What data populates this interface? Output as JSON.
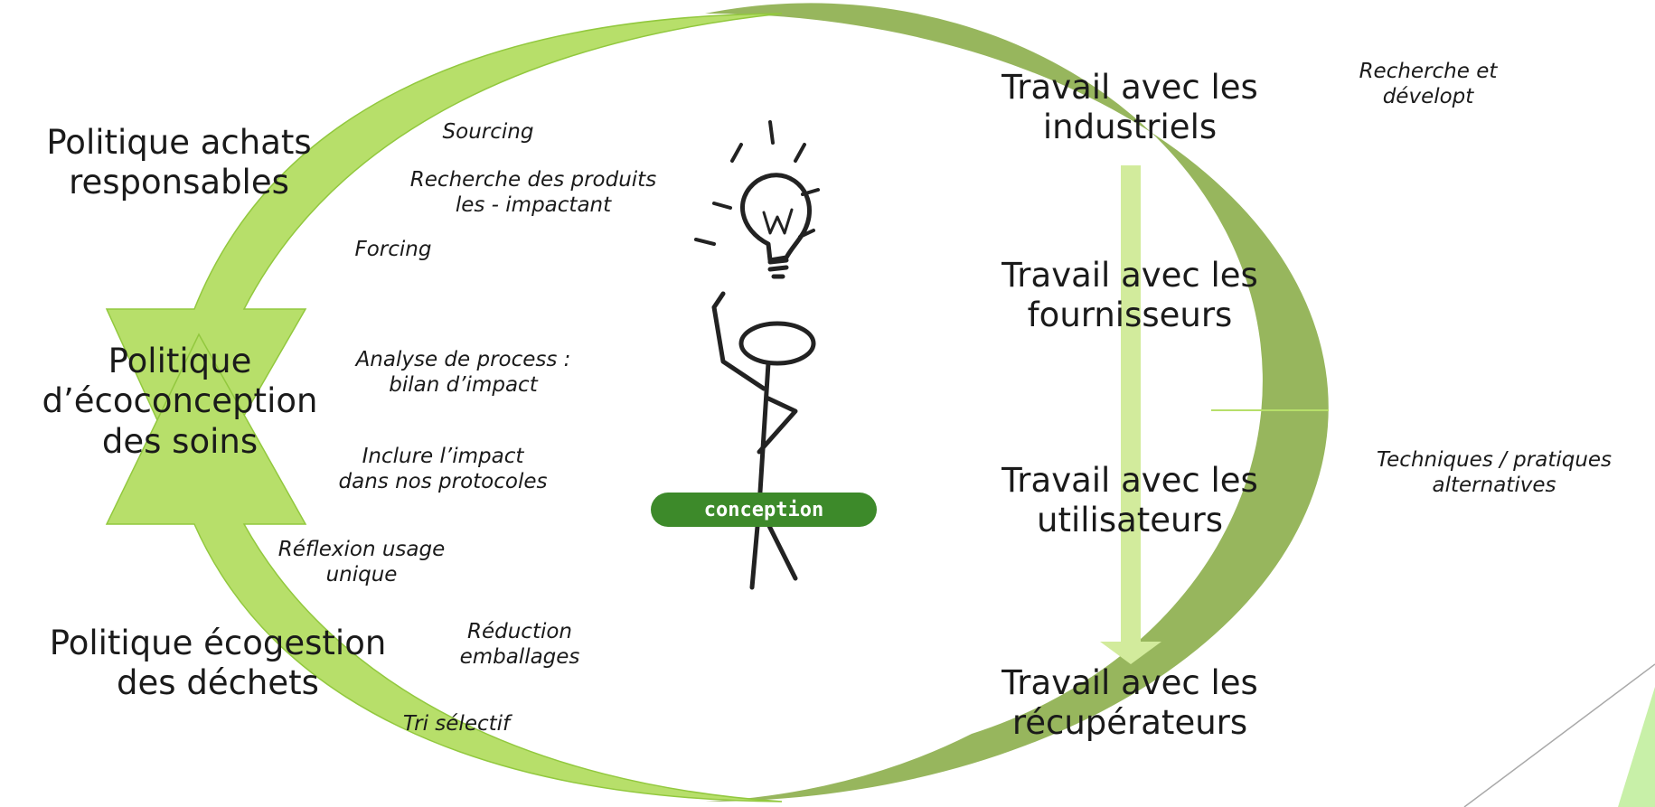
{
  "colors": {
    "arc_light": "#b7df6a",
    "arc_light_edge": "#92c83e",
    "arc_dark": "#97b65d",
    "arrow_light": "#d2eb9c",
    "badge_green": "#3d8a2a",
    "corner_line": "#a9a9a9",
    "corner_fill": "#c8f0a8"
  },
  "icons": {
    "figure": "stick-figure-lightbulb-icon",
    "badge": "conception-badge-icon"
  },
  "badge_text": "conception",
  "left_policies": [
    {
      "line1": "Politique achats",
      "line2": "responsables"
    },
    {
      "line1": "Politique",
      "line2": "d’écoconception",
      "line3": "des soins"
    },
    {
      "line1": "Politique écogestion",
      "line2": "des déchets"
    }
  ],
  "inner_notes": [
    {
      "line1": "Sourcing",
      "line2": ""
    },
    {
      "line1": "Recherche des produits",
      "line2": "les - impactant"
    },
    {
      "line1": "Forcing",
      "line2": ""
    },
    {
      "line1": "Analyse de process :",
      "line2": "bilan d’impact"
    },
    {
      "line1": "Inclure l’impact",
      "line2": "dans nos protocoles"
    },
    {
      "line1": "Réflexion usage",
      "line2": "unique"
    },
    {
      "line1": "Réduction",
      "line2": "emballages"
    },
    {
      "line1": "Tri sélectif",
      "line2": ""
    }
  ],
  "right_work": [
    {
      "line1": "Travail avec les",
      "line2": "industriels"
    },
    {
      "line1": "Travail avec les",
      "line2": "fournisseurs"
    },
    {
      "line1": "Travail avec les",
      "line2": "utilisateurs"
    },
    {
      "line1": "Travail avec les",
      "line2": "récupérateurs"
    }
  ],
  "far_right_notes": [
    {
      "line1": "Recherche et",
      "line2": "dévelopt"
    },
    {
      "line1": "Techniques / pratiques",
      "line2": "alternatives"
    }
  ]
}
